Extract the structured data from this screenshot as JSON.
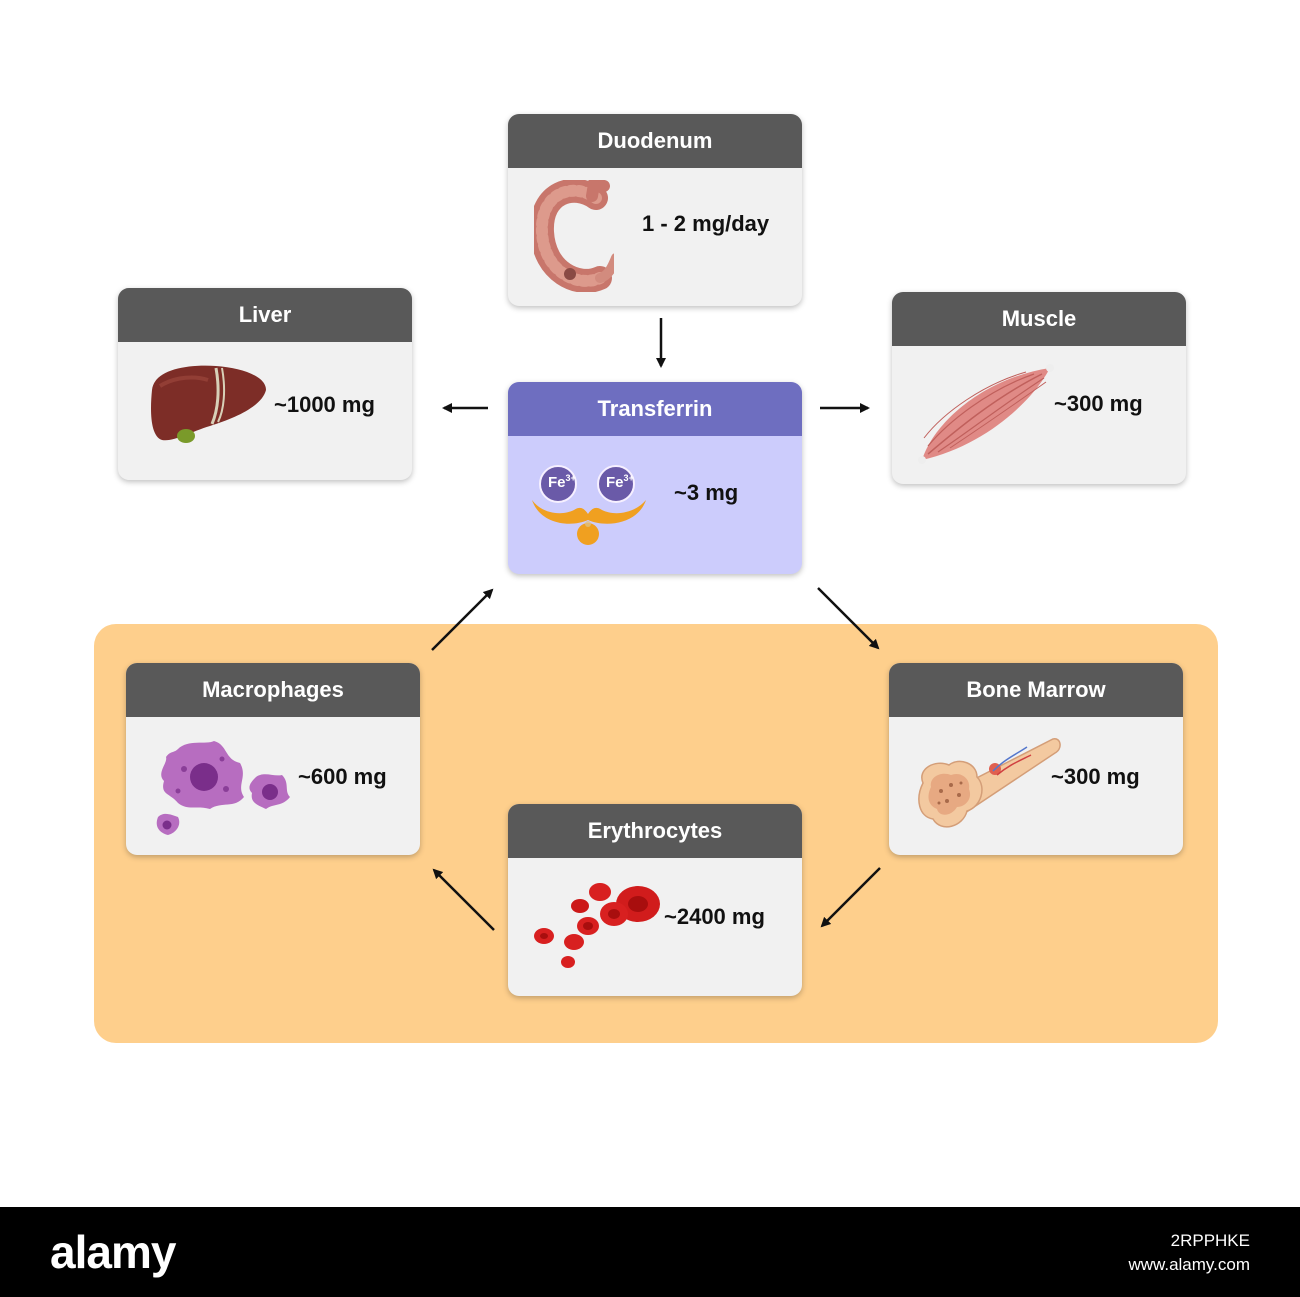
{
  "nodes": {
    "duodenum": {
      "title": "Duodenum",
      "value": "1 - 2 mg/day",
      "icon": "duodenum-icon"
    },
    "liver": {
      "title": "Liver",
      "value": "~1000 mg",
      "icon": "liver-icon"
    },
    "muscle": {
      "title": "Muscle",
      "value": "~300 mg",
      "icon": "muscle-icon"
    },
    "transferrin": {
      "title": "Transferrin",
      "value": "~3 mg",
      "icon": "transferrin-iron-icon",
      "ion_label": "Fe",
      "ion_charge": "3+"
    },
    "macrophages": {
      "title": "Macrophages",
      "value": "~600 mg",
      "icon": "macrophage-cells-icon"
    },
    "bone_marrow": {
      "title": "Bone Marrow",
      "value": "~300 mg",
      "icon": "bone-marrow-icon"
    },
    "erythrocytes": {
      "title": "Erythrocytes",
      "value": "~2400 mg",
      "icon": "red-blood-cells-icon"
    }
  },
  "colors": {
    "card_header": "#595959",
    "card_body": "#f1f1f1",
    "transferrin_header": "#6e6ec0",
    "transferrin_body": "#ccccfc",
    "cycle_zone": "#fecf8c"
  },
  "footer": {
    "logo": "alamy",
    "image_id": "2RPPHKE",
    "site": "www.alamy.com"
  }
}
